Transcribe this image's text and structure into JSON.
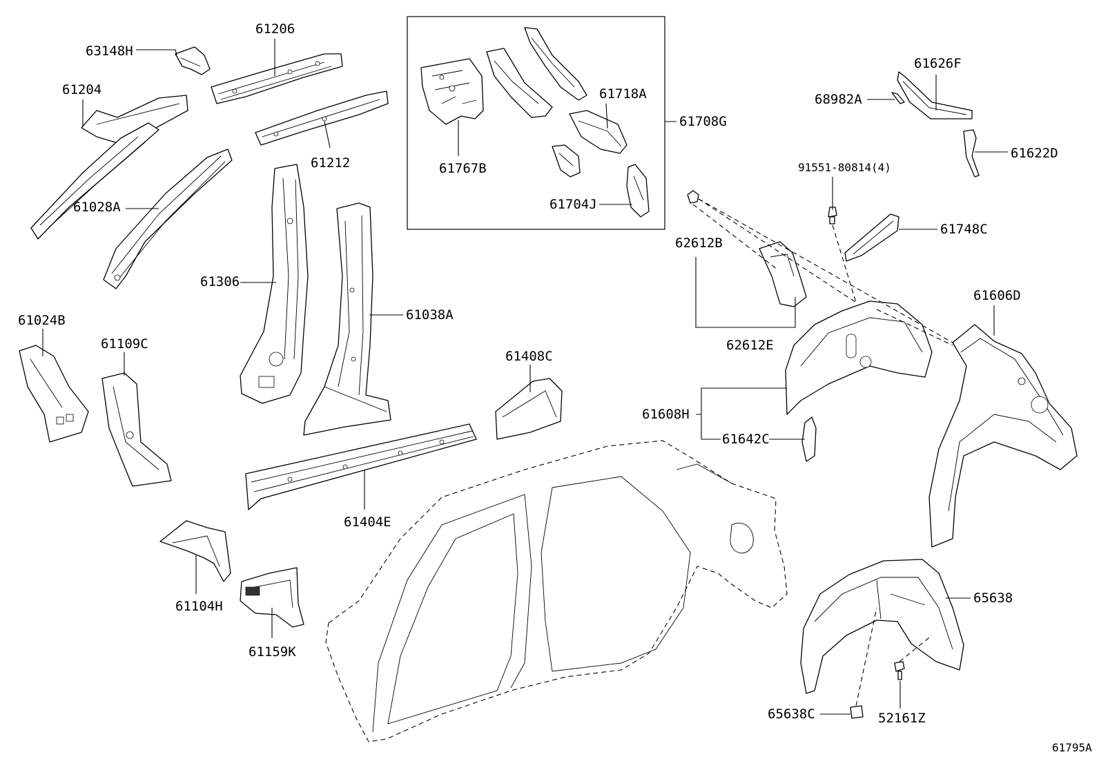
{
  "labels": {
    "p63148H": "63148H",
    "p61206": "61206",
    "p61204": "61204",
    "p61212": "61212",
    "p61028A": "61028A",
    "p61306": "61306",
    "p61038A": "61038A",
    "p61024B": "61024B",
    "p61109C": "61109C",
    "p61408C": "61408C",
    "p61404E": "61404E",
    "p61104H": "61104H",
    "p61159K": "61159K",
    "p61767B": "61767B",
    "p61718A": "61718A",
    "p61708G": "61708G",
    "p61704J": "61704J",
    "p61626F": "61626F",
    "p68982A": "68982A",
    "p61622D": "61622D",
    "p91551": "91551-80814(4)",
    "p61748C": "61748C",
    "p62612B": "62612B",
    "p62612E": "62612E",
    "p61606D": "61606D",
    "p61608H": "61608H",
    "p61642C": "61642C",
    "p65638": "65638",
    "p65638C": "65638C",
    "p52161Z": "52161Z"
  },
  "figure_id": "61795A"
}
